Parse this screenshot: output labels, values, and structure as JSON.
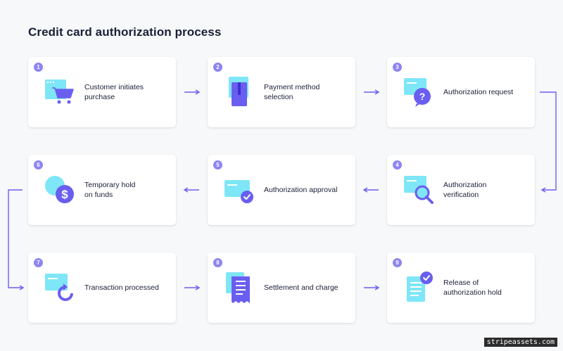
{
  "title": "Credit card authorization process",
  "steps": [
    {
      "number": "1",
      "label": "Customer initiates\npurchase"
    },
    {
      "number": "2",
      "label": "Payment method\nselection"
    },
    {
      "number": "3",
      "label": "Authorization request"
    },
    {
      "number": "4",
      "label": "Authorization\nverification"
    },
    {
      "number": "5",
      "label": "Authorization approval"
    },
    {
      "number": "6",
      "label": "Temporary hold\non funds"
    },
    {
      "number": "7",
      "label": "Transaction processed"
    },
    {
      "number": "8",
      "label": "Settlement and charge"
    },
    {
      "number": "9",
      "label": "Release of\nauthorization hold"
    }
  ],
  "watermark": "stripeassets.com",
  "colors": {
    "accent": "#6a5ef0",
    "badge": "#8d85f2",
    "icon_light": "#7ee6f7",
    "icon_dark": "#6a5ef0",
    "text": "#1a1f36"
  }
}
